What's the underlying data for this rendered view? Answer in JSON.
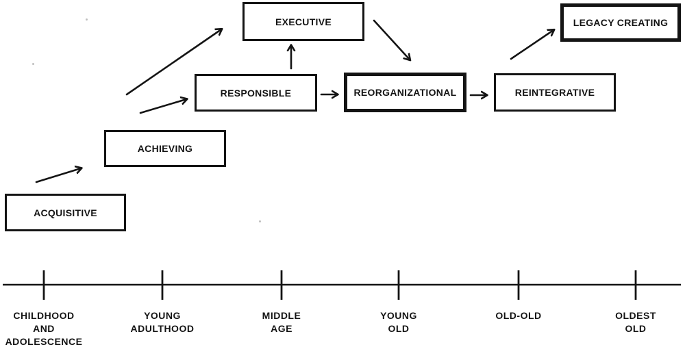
{
  "figure": {
    "kind": "stage-flow-diagram-with-timeline",
    "colors": {
      "ink": "#141414",
      "background": "#ffffff"
    },
    "stages": [
      {
        "name": "acquisitive",
        "label": "ACQUISITIVE",
        "emphasized": false
      },
      {
        "name": "achieving",
        "label": "ACHIEVING",
        "emphasized": false
      },
      {
        "name": "responsible",
        "label": "RESPONSIBLE",
        "emphasized": false
      },
      {
        "name": "executive",
        "label": "EXECUTIVE",
        "emphasized": false
      },
      {
        "name": "reorganizational",
        "label": "REORGANIZATIONAL",
        "emphasized": true
      },
      {
        "name": "reintegrative",
        "label": "REINTEGRATIVE",
        "emphasized": false
      },
      {
        "name": "legacy-creating",
        "label": "LEGACY CREATING",
        "emphasized": true
      }
    ],
    "arrows": [
      {
        "from": "acquisitive",
        "to": "achieving"
      },
      {
        "from": "achieving",
        "to": "responsible"
      },
      {
        "from": "achieving",
        "to": "executive"
      },
      {
        "from": "responsible",
        "to": "executive"
      },
      {
        "from": "executive",
        "to": "reorganizational"
      },
      {
        "from": "responsible",
        "to": "reorganizational"
      },
      {
        "from": "reorganizational",
        "to": "reintegrative"
      },
      {
        "from": "reintegrative",
        "to": "legacy-creating"
      }
    ],
    "timeline": {
      "tick_count": 6,
      "stage_labels": [
        {
          "lines": [
            "CHILDHOOD",
            "AND",
            "ADOLESCENCE"
          ]
        },
        {
          "lines": [
            "YOUNG",
            "ADULTHOOD"
          ]
        },
        {
          "lines": [
            "MIDDLE",
            "AGE"
          ]
        },
        {
          "lines": [
            "YOUNG",
            "OLD"
          ]
        },
        {
          "lines": [
            "OLD-OLD"
          ]
        },
        {
          "lines": [
            "OLDEST",
            "OLD"
          ]
        }
      ]
    }
  }
}
